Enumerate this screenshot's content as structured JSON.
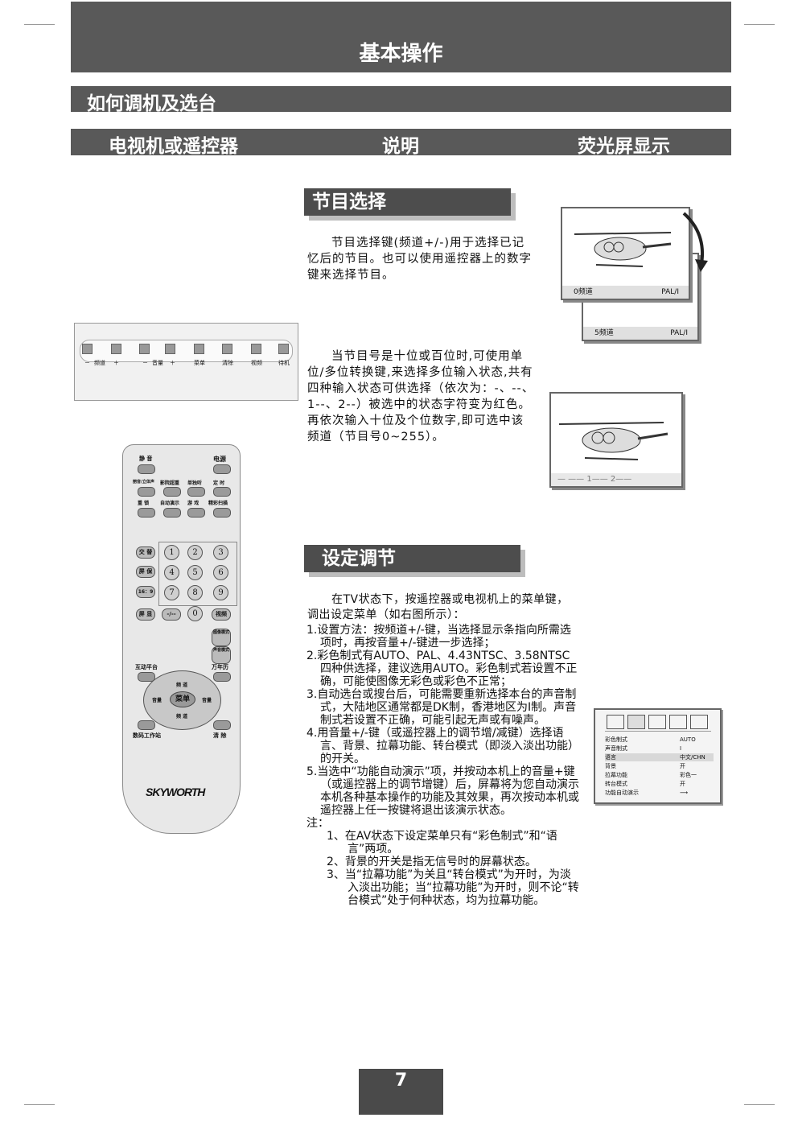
{
  "header": {
    "title": "基本操作"
  },
  "section": {
    "title": "如何调机及选台"
  },
  "columns": {
    "col1": "电视机或遥控器",
    "col2": "说明",
    "col3": "荧光屏显示"
  },
  "program_select": {
    "title": "节目选择",
    "para1": "节目选择键(频道+/-)用于选择已记忆后的节目。也可以使用遥控器上的数字键来选择节目。",
    "para2": "当节目号是十位或百位时,可使用单位/多位转换键,来选择多位输入状态,共有四种输入状态可供选择（依次为：-、--、1--、2--）被选中的状态字符变为红色。再依次输入十位及个位数字,即可选中该频道（节目号0~255）。"
  },
  "setup": {
    "title": "设定调节",
    "intro": "在TV状态下，按遥控器或电视机上的菜单键，调出设定菜单（如右图所示）：",
    "items": [
      "1.设置方法：按频道+/-键，当选择显示条指向所需选项时，再按音量+/-键进一步选择；",
      "2.彩色制式有AUTO、PAL、4.43NTSC、3.58NTSC四种供选择，建议选用AUTO。彩色制式若设置不正确，可能使图像无彩色或彩色不正常；",
      "3.自动选台或搜台后，可能需要重新选择本台的声音制式，大陆地区通常都是DK制，香港地区为I制。声音制式若设置不正确，可能引起无声或有噪声。",
      "4.用音量+/-键（或遥控器上的调节增/减键）选择语言、背景、拉幕功能、转台模式（即淡入淡出功能）的开关。",
      "5.当选中“功能自动演示”项，并按动本机上的音量+键（或遥控器上的调节增键）后，屏幕将为您自动演示本机各种基本操作的功能及其效果，再次按动本机或遥控器上任一按键将退出该演示状态。"
    ],
    "note_label": "注：",
    "notes": [
      "1、在AV状态下设定菜单只有“彩色制式”和“语言”两项。",
      "2、背景的开关是指无信号时的屏幕状态。",
      "3、当“拉幕功能”为关且“转台模式”为开时，为淡入淡出功能；当“拉幕功能”为开时，则不论“转台模式”处于何种状态，均为拉幕功能。"
    ]
  },
  "tv_panel": {
    "labels": [
      "－",
      "频道",
      "＋",
      "－",
      "音量",
      "＋",
      "菜单",
      "清除",
      "视频",
      "待机"
    ]
  },
  "remote": {
    "brand": "SKYWORTH",
    "labels": {
      "mute": "静 音",
      "power": "电源",
      "stereo": "丽音/立体声",
      "preset": "影院超重",
      "solo": "单独听",
      "timer": "定 时",
      "reset": "重 锁",
      "demo": "自动演示",
      "game": "游 戏",
      "scan": "精彩扫描",
      "swap": "交 替",
      "screen_off": "屏 保",
      "aspect": "16：9",
      "screen": "屏 显",
      "dash": "-/--",
      "video": "视频",
      "picture_mode": "图像模式",
      "sound_mode": "声音模式",
      "interactive": "互动平台",
      "calendar": "万年历",
      "ch_up": "频 道",
      "ch_down": "频 道",
      "vol_left": "音量",
      "vol_right": "音量",
      "menu": "菜单",
      "digital": "数码工作站",
      "clear": "清 除"
    },
    "numbers": [
      "1",
      "2",
      "3",
      "4",
      "5",
      "6",
      "7",
      "8",
      "9",
      "0"
    ]
  },
  "screen1": {
    "channel": "0频道",
    "system": "PAL/I"
  },
  "screen2": {
    "channel": "5频道",
    "system": "PAL/I"
  },
  "screen3": {
    "dashes": "— —— 1—— 2——"
  },
  "osd_menu": {
    "rows": [
      {
        "label": "彩色制式",
        "value": "AUTO"
      },
      {
        "label": "声音制式",
        "value": "I"
      },
      {
        "label": "语言",
        "value": "中文/CHN"
      },
      {
        "label": "背景",
        "value": "开"
      },
      {
        "label": "拉幕功能",
        "value": "彩色一"
      },
      {
        "label": "转台模式",
        "value": "开"
      },
      {
        "label": "功能自动演示",
        "value": "⟶"
      }
    ]
  },
  "page_number": "7",
  "colors": {
    "header_bg": "#595959",
    "tag_bg": "#4d4d4d"
  }
}
